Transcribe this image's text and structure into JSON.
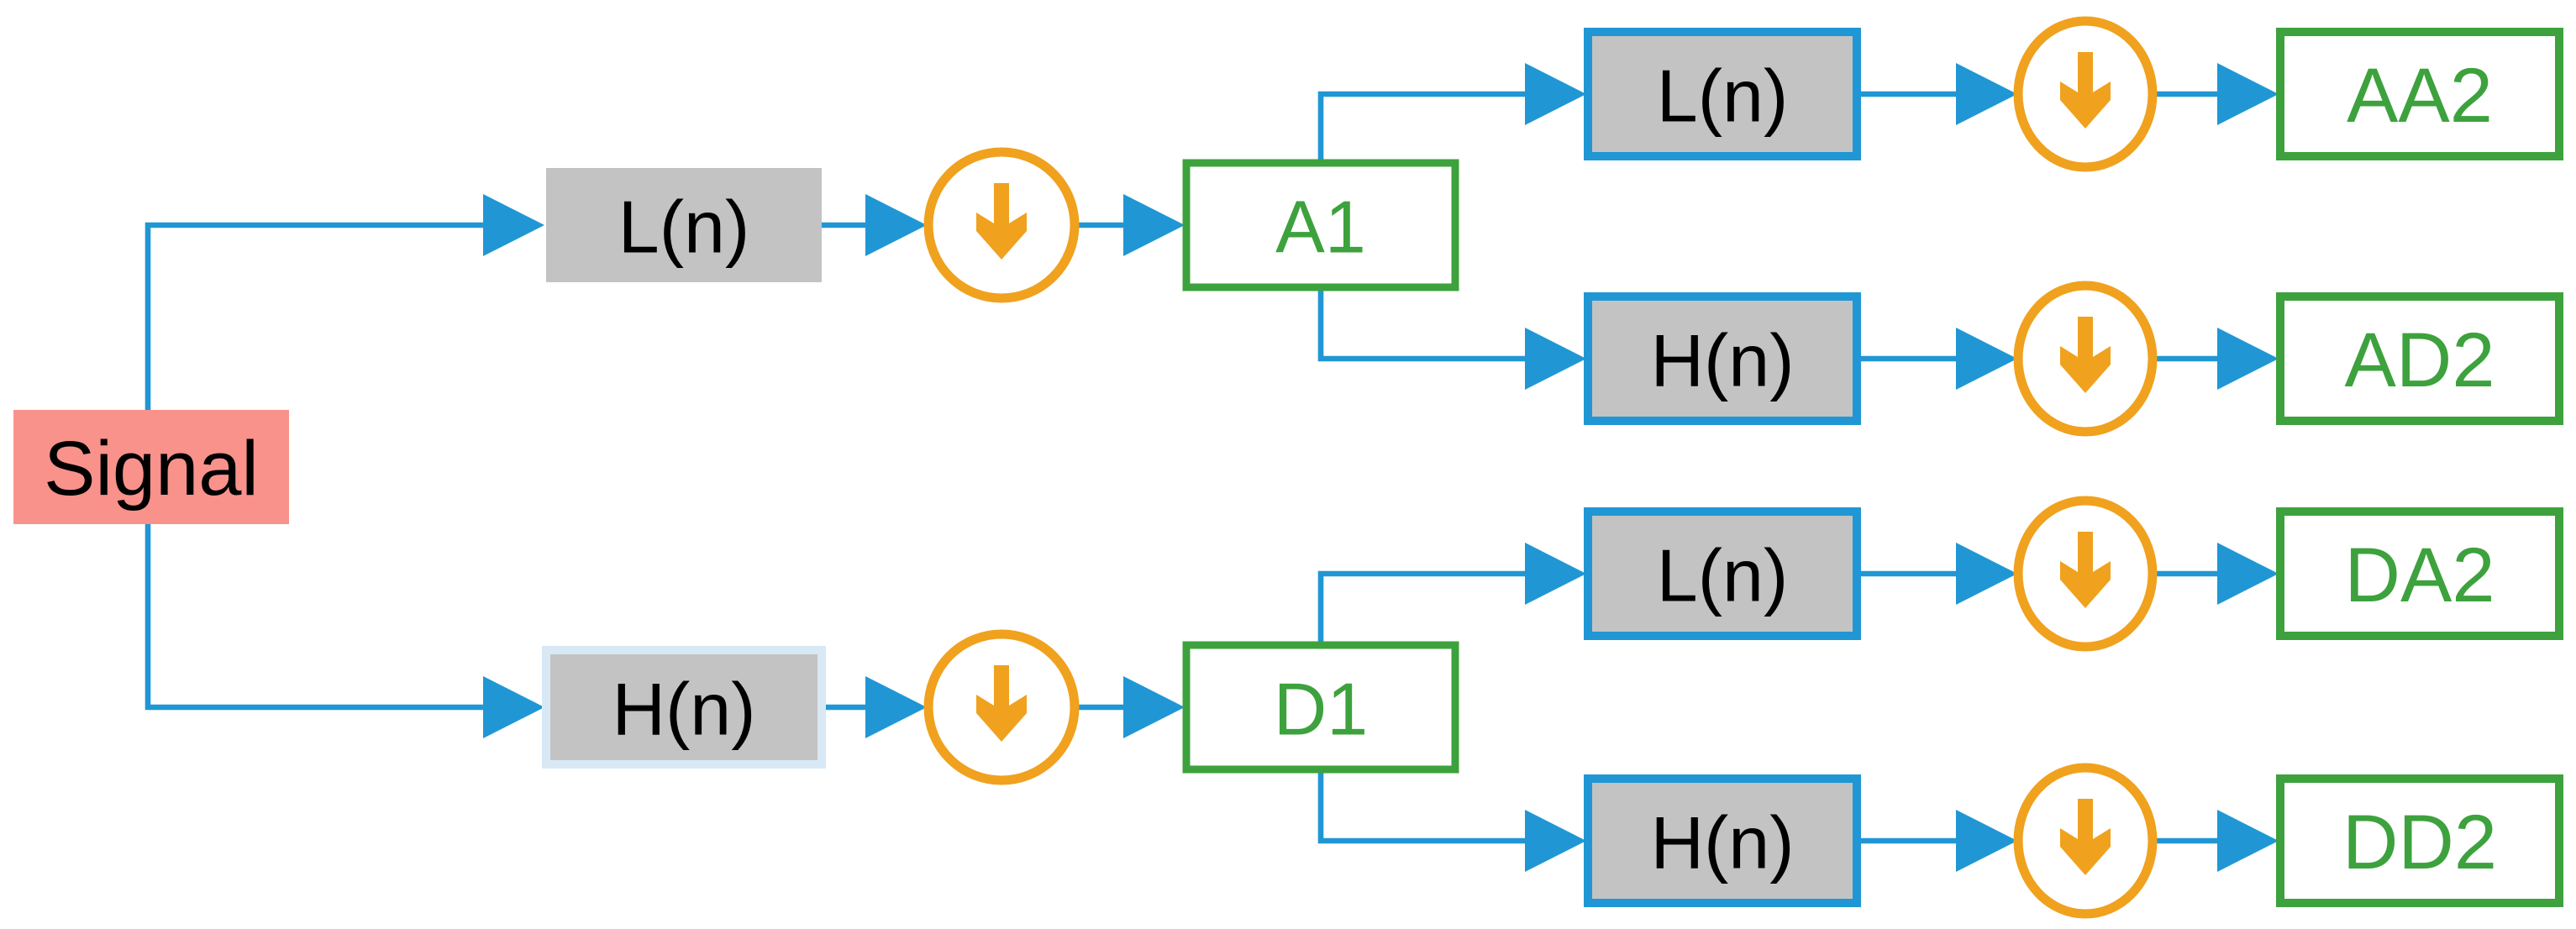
{
  "diagram": {
    "colors": {
      "connector_blue": "#2097D4",
      "downsample_orange": "#F0A11E",
      "output_green": "#3DA23D",
      "filter_box_fill": "#C3C3C3",
      "filter_box_border_blue": "#2097D4",
      "filter_box_border_light": "#D8E9F5",
      "signal_fill": "#F9928B",
      "text_black": "#000000",
      "canvas": "#FFFFFF"
    },
    "downsample": {
      "icon": "down-arrow-icon",
      "symbol": "↓"
    },
    "nodes": {
      "signal": {
        "label": "Signal"
      },
      "level1": {
        "lowpass": {
          "label": "L(n)"
        },
        "highpass": {
          "label": "H(n)"
        },
        "approx1": {
          "label": "A1"
        },
        "detail1": {
          "label": "D1"
        }
      },
      "level2": {
        "approx_lowpass": {
          "label": "L(n)"
        },
        "approx_highpass": {
          "label": "H(n)"
        },
        "detail_lowpass": {
          "label": "L(n)"
        },
        "detail_highpass": {
          "label": "H(n)"
        },
        "outputs": {
          "aa2": {
            "label": "AA2"
          },
          "ad2": {
            "label": "AD2"
          },
          "da2": {
            "label": "DA2"
          },
          "dd2": {
            "label": "DD2"
          }
        }
      }
    }
  }
}
